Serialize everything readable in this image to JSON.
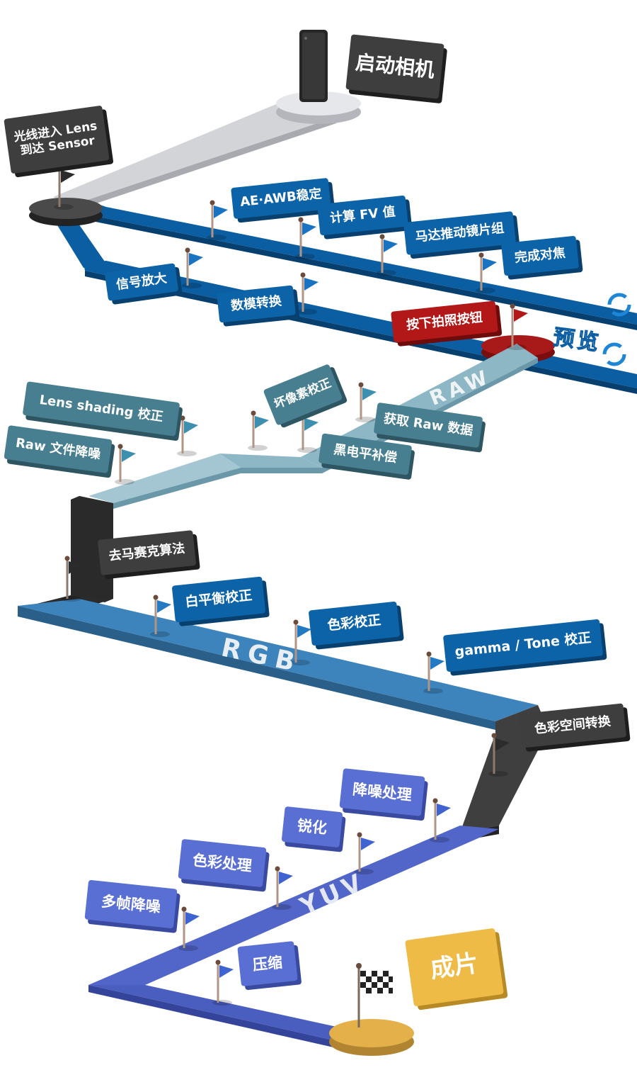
{
  "steps": {
    "start_camera": "启动相机",
    "light_to_sensor": [
      "光线进入 Lens",
      "到达 Sensor"
    ],
    "ae_awb": "AE·AWB稳定",
    "compute_fv": "计算 FV 值",
    "motor_lens": "马达推动镜片组",
    "focus_done": "完成对焦",
    "signal_amp": "信号放大",
    "adc": "数模转换",
    "shutter_press": "按下拍照按钮",
    "raw_get": "获取 Raw 数据",
    "black_level": "黑电平补偿",
    "bad_pixel": "坏像素校正",
    "lens_shading": "Lens shading 校正",
    "raw_denoise": "Raw 文件降噪",
    "demosaic": "去马赛克算法",
    "wb_correct": "白平衡校正",
    "color_correct": "色彩校正",
    "gamma_tone": "gamma / Tone 校正",
    "color_space": "色彩空间转换",
    "denoise": "降噪处理",
    "sharpen": "锐化",
    "color_process": "色彩处理",
    "multi_frame_denoise": "多帧降噪",
    "compress": "压缩",
    "final_photo": "成片"
  },
  "stages": {
    "preview": "预览",
    "raw": "RAW",
    "rgb": "RGB",
    "yuv": "YUV"
  },
  "colors": {
    "preview_track": "#0c5fa2",
    "raw_track": "#8fb8c8",
    "rgb_track": "#3f85bd",
    "yuv_track": "#5166c8",
    "start_track": "#d4d5d8",
    "dark_segment": "#3f3f3f",
    "finish_disc": "#e3b04a"
  },
  "icons": [
    "flag-icon",
    "checkered-flag-icon",
    "refresh-loop-icon",
    "phone-icon"
  ]
}
